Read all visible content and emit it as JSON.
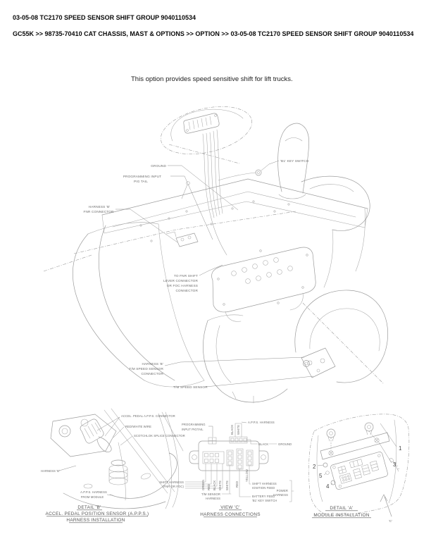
{
  "header": {
    "title": "03-05-08 TC2170 SPEED SENSOR SHIFT GROUP 9040110534",
    "breadcrumb": "GC55K >> 98735-70410 CAT CHASSIS, MAST & OPTIONS >> OPTION >> 03-05-08 TC2170 SPEED SENSOR SHIFT GROUP 9040110534"
  },
  "intro": {
    "caption": "This option provides speed sensitive shift for lift trucks."
  },
  "main_diagram": {
    "labels": {
      "ground": "GROUND",
      "programming_input_1": "PROGRAMMING INPUT",
      "programming_input_2": "PIG TAIL",
      "harness_b_fnr_1": "HARNESS 'B'",
      "harness_b_fnr_2": "FNR CONNECTOR",
      "key_switch": "'B1' KEY SWITCH",
      "to_fnr_shift_1": "TO FNR SHIFT",
      "to_fnr_shift_2": "LEVER CONNECTOR",
      "to_fnr_shift_3": "OR FOC HARNESS",
      "to_fnr_shift_4": "CONNECTOR",
      "tm_speed_conn_1": "HARNESS 'B'",
      "tm_speed_conn_2": "T/M SPEED SENSOR",
      "tm_speed_conn_3": "CONNECTOR",
      "tm_speed_sensor": "T/M SPEED SENSOR"
    }
  },
  "detail_b": {
    "labels": {
      "apps_connector": "ACCEL. PEDAL A.P.P.S. CONNECTOR",
      "red_white_wire": "RED/WHITE WIRE",
      "splice_connector": "SCOTCHLOK SPLICE CONNECTOR",
      "harness_b": "HARNESS 'B'",
      "apps_harness_1": "A.P.P.S. HARNESS",
      "apps_harness_2": "FROM MODULE"
    },
    "title": "DETAIL 'B'",
    "subtitle_1": "ACCEL. PEDAL POSITION SENSOR (A.P.P.S.)",
    "subtitle_2": "HARNESS INSTALLATION"
  },
  "view_c": {
    "labels": {
      "programming_1": "PROGRAMMING",
      "programming_2": "INPUT PIGTAIL",
      "apps_harness": "A.P.P.S. HARNESS",
      "wire_black_top": "BLACK",
      "wire_white_top": "WHITE",
      "black": "BLACK",
      "ground": "GROUND",
      "shift_harness_1": "SHIFT HARNESS",
      "shift_harness_2": "(FNR OR FOC)",
      "tm_sensor_1": "T/M SENSOR",
      "tm_sensor_2": "HARNESS",
      "ignition_1": "SHIFT HARNESS",
      "ignition_2": "IGNITION FEED",
      "battery_1": "BATTERY FEED",
      "battery_2": "'B1' KEY SWITCH",
      "power_1": "POWER",
      "power_2": "HARNESS"
    },
    "wire_colors": [
      "GREEN",
      "RED",
      "BLACK",
      "WHITE",
      "WHITE",
      "RED",
      "YELLOW"
    ],
    "title": "VIEW 'C'",
    "subtitle": "HARNESS CONNECTIONS"
  },
  "detail_a": {
    "callouts": [
      "1",
      "2",
      "3",
      "4",
      "5"
    ],
    "title": "DETAIL 'A'",
    "subtitle": "MODULE INSTALLATION",
    "view_ref": "'C'"
  }
}
